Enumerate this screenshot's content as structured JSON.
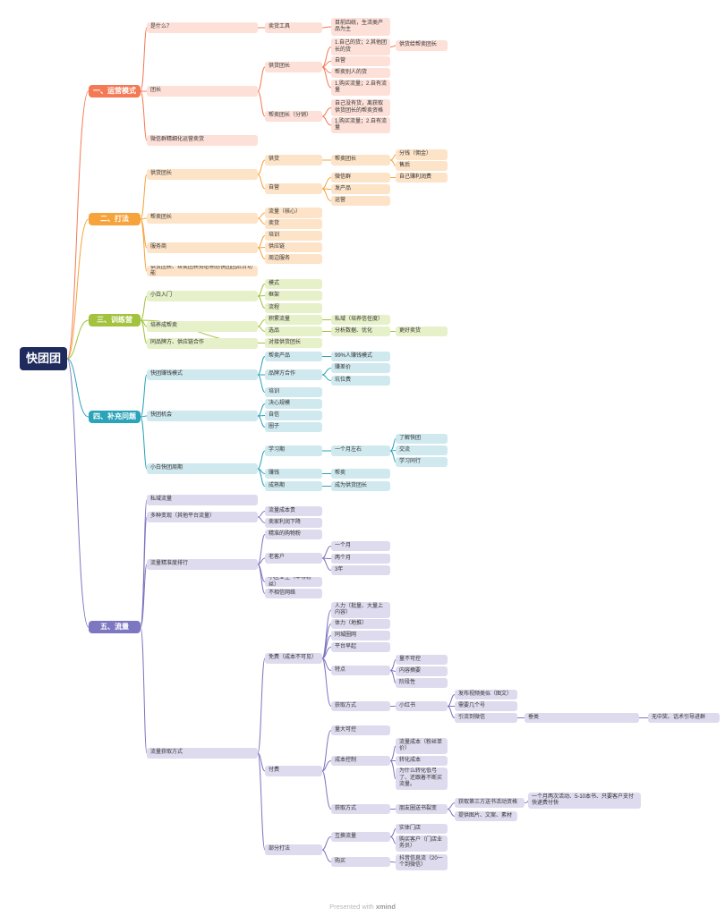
{
  "root": "快团团",
  "branches": [
    {
      "label": "一、运营模式",
      "color": "#f47a55",
      "fill": "#fde0d8",
      "children": [
        {
          "label": "是什么？",
          "children": [
            {
              "label": "卖货工具",
              "children": [
                {
                  "label": "目前四统，生活类产品为主"
                }
              ]
            }
          ]
        },
        {
          "label": "团长",
          "children": [
            {
              "label": "供货团长",
              "children": [
                {
                  "label": "1.自己的货；2.其他团长的货",
                  "children": [
                    {
                      "label": "供货给帮卖团长"
                    }
                  ]
                },
                {
                  "label": "自营"
                },
                {
                  "label": "帮卖别人的货"
                },
                {
                  "label": "1.购买流量；2.自有流量"
                }
              ]
            },
            {
              "label": "帮卖团长（分销）",
              "children": [
                {
                  "label": "自己没有货，离获取供货团长的帮卖资格"
                },
                {
                  "label": "1.购买流量；2.自有流量"
                }
              ]
            }
          ]
        },
        {
          "label": "微信群精细化运营卖货"
        }
      ]
    },
    {
      "label": "二、打法",
      "color": "#f6a33c",
      "fill": "#fde3c8",
      "children": [
        {
          "label": "供货团长",
          "children": [
            {
              "label": "供货",
              "children": [
                {
                  "label": "帮卖团长",
                  "children": [
                    {
                      "label": "分钱（佣金）"
                    },
                    {
                      "label": "售后"
                    }
                  ]
                }
              ]
            },
            {
              "label": "自营",
              "children": [
                {
                  "label": "微信群",
                  "children": [
                    {
                      "label": "自己赚利润费"
                    }
                  ]
                },
                {
                  "label": "发产品"
                },
                {
                  "label": "运营"
                }
              ]
            }
          ]
        },
        {
          "label": "帮卖团长",
          "children": [
            {
              "label": "流量（核心）"
            },
            {
              "label": "卖货"
            }
          ]
        },
        {
          "label": "服务商",
          "children": [
            {
              "label": "培训"
            },
            {
              "label": "供应链"
            },
            {
              "label": "周边服务"
            }
          ]
        },
        {
          "label": "供货团长、帮卖团长务必熟悉快团团后台功能"
        }
      ]
    },
    {
      "label": "三、训练营",
      "color": "#a3c23d",
      "fill": "#e6f0c9",
      "children": [
        {
          "label": "小白入门",
          "children": [
            {
              "label": "模式"
            },
            {
              "label": "框架"
            },
            {
              "label": "流程"
            }
          ]
        },
        {
          "label": "培养成帮卖",
          "children": [
            {
              "label": "积累流量",
              "children": [
                {
                  "label": "私域（培养信任度）"
                }
              ]
            },
            {
              "label": "选品",
              "children": [
                {
                  "label": "分析数据、优化",
                  "children": [
                    {
                      "label": "更好卖货"
                    }
                  ]
                }
              ]
            }
          ]
        },
        {
          "label": "对接供货团长"
        },
        {
          "label": "同品牌方、供应链合作"
        }
      ]
    },
    {
      "label": "四、补充问题",
      "color": "#2ba3b9",
      "fill": "#cfe9ef",
      "children": [
        {
          "label": "快团赚钱模式",
          "children": [
            {
              "label": "帮卖产品",
              "children": [
                {
                  "label": "99%人赚钱模式"
                }
              ]
            },
            {
              "label": "品牌方合作",
              "children": [
                {
                  "label": "赚差价"
                },
                {
                  "label": "坑位费"
                }
              ]
            },
            {
              "label": "培训"
            }
          ]
        },
        {
          "label": "快团机会",
          "children": [
            {
              "label": "决心规模"
            },
            {
              "label": "自信"
            },
            {
              "label": "圈子"
            }
          ]
        },
        {
          "label": "小白快团周期",
          "children": [
            {
              "label": "学习期",
              "children": [
                {
                  "label": "一个月左右",
                  "children": [
                    {
                      "label": "了解快团"
                    },
                    {
                      "label": "交流"
                    },
                    {
                      "label": "学习同行"
                    }
                  ]
                }
              ]
            },
            {
              "label": "赚钱",
              "children": [
                {
                  "label": "帮卖"
                }
              ]
            },
            {
              "label": "成熟期",
              "children": [
                {
                  "label": "成为供货团长"
                }
              ]
            }
          ]
        }
      ]
    },
    {
      "label": "五、流量",
      "color": "#7d76c1",
      "fill": "#dedbee",
      "children": [
        {
          "label": "私域流量"
        },
        {
          "label": "多种变现（其他平台流量）",
          "children": [
            {
              "label": "流量成本贵"
            },
            {
              "label": "卖家利润下降"
            }
          ]
        },
        {
          "label": "流量精准度排行",
          "children": [
            {
              "label": "精准的购物粉"
            },
            {
              "label": "老客户",
              "children": [
                {
                  "label": "一个月"
                },
                {
                  "label": "两个月"
                },
                {
                  "label": "3年"
                }
              ]
            },
            {
              "label": "小区业主（中等粉丝）"
            },
            {
              "label": "不相信网络"
            }
          ]
        },
        {
          "label": "流量获取方式",
          "children": [
            {
              "label": "免费（成本不可见）",
              "children": [
                {
                  "label": "人力（批量、大量上内容）"
                },
                {
                  "label": "体力（地推）"
                },
                {
                  "label": "同城圈网"
                },
                {
                  "label": "平台早起"
                },
                {
                  "label": "特点",
                  "children": [
                    {
                      "label": "量不可控"
                    },
                    {
                      "label": "内容摘要"
                    },
                    {
                      "label": "阶段性"
                    }
                  ]
                },
                {
                  "label": "获取方式",
                  "children": [
                    {
                      "label": "小红书",
                      "children": [
                        {
                          "label": "发布视频类似（图文）"
                        },
                        {
                          "label": "需要几个号"
                        },
                        {
                          "label": "引流到微信",
                          "children": [
                            {
                              "label": "垂类",
                              "children": [
                                {
                                  "label": "无中奖、话术引导进群"
                                }
                              ]
                            }
                          ]
                        }
                      ]
                    }
                  ]
                }
              ]
            },
            {
              "label": "付费",
              "children": [
                {
                  "label": "量大可控"
                },
                {
                  "label": "成本控制",
                  "children": [
                    {
                      "label": "流量成本（粉丝单价）"
                    },
                    {
                      "label": "转化成本"
                    },
                    {
                      "label": "为什么转化低弓了、还跟着不断买流量。"
                    }
                  ]
                },
                {
                  "label": "获取方式",
                  "children": [
                    {
                      "label": "朋友圈送书裂变",
                      "children": [
                        {
                          "label": "获取第三方送书活动资格",
                          "children": [
                            {
                              "label": "一个月两次活动、5-10本书、只要客户支付快递费付快"
                            }
                          ]
                        },
                        {
                          "label": "提供图片、文案、素材"
                        }
                      ]
                    }
                  ]
                }
              ]
            },
            {
              "label": "部分打法",
              "children": [
                {
                  "label": "互换流量",
                  "children": [
                    {
                      "label": "实体门店"
                    },
                    {
                      "label": "购买客户（门店业务员）"
                    }
                  ]
                },
                {
                  "label": "购买",
                  "children": [
                    {
                      "label": "抖音信息流（20一个到微信）"
                    }
                  ]
                }
              ]
            }
          ]
        }
      ]
    }
  ],
  "footer": {
    "presented": "Presented with",
    "brand": "xmind"
  }
}
